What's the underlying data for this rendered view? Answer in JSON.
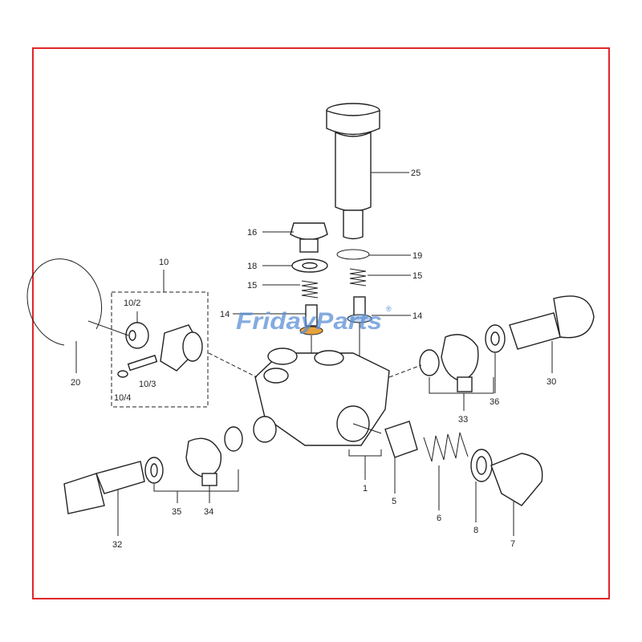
{
  "watermark": {
    "text": "FridayParts",
    "registered": "®",
    "color": "#5b8fd6"
  },
  "border_color": "#e0262a",
  "labels": {
    "p25": "25",
    "p16": "16",
    "p18": "18",
    "p15a": "15",
    "p14a": "14",
    "p19": "19",
    "p15b": "15",
    "p14b": "14",
    "p10": "10",
    "p10_2": "10/2",
    "p20": "20",
    "p10_3": "10/3",
    "p10_4": "10/4",
    "p30": "30",
    "p36": "36",
    "p33": "33",
    "p1": "1",
    "p5": "5",
    "p6": "6",
    "p8": "8",
    "p7": "7",
    "p35": "35",
    "p34": "34",
    "p32": "32"
  }
}
